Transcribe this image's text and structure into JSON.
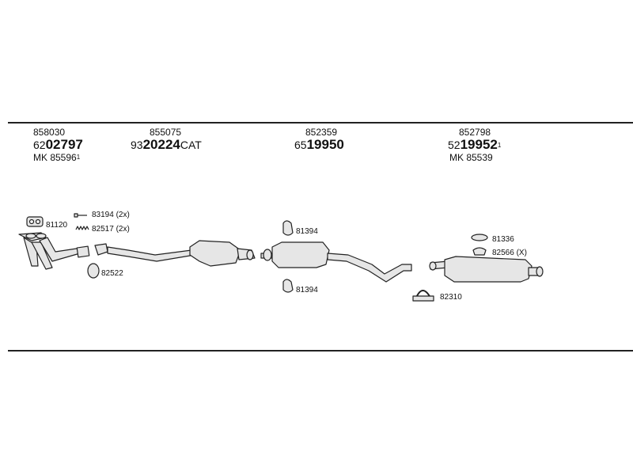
{
  "groups": [
    {
      "ref": "858030",
      "code_prefix": "62",
      "code_main": "02797",
      "code_suffix": "",
      "code_sup": "",
      "mk": "MK 85596",
      "mk_sup": "1"
    },
    {
      "ref": "855075",
      "code_prefix": "93",
      "code_main": "20224",
      "code_suffix": "CAT",
      "code_sup": "",
      "mk": "",
      "mk_sup": ""
    },
    {
      "ref": "852359",
      "code_prefix": "65",
      "code_main": "19950",
      "code_suffix": "",
      "code_sup": "",
      "mk": "",
      "mk_sup": ""
    },
    {
      "ref": "852798",
      "code_prefix": "52",
      "code_main": "19952",
      "code_suffix": "",
      "code_sup": "1",
      "mk": "MK 85539",
      "mk_sup": ""
    }
  ],
  "parts": {
    "p81120": "81120",
    "p83194": "83194 (2x)",
    "p82517": "82517 (2x)",
    "p82522": "82522",
    "p81394a": "81394",
    "p81394b": "81394",
    "p81336": "81336",
    "p82566": "82566 (X)",
    "p82310": "82310"
  }
}
